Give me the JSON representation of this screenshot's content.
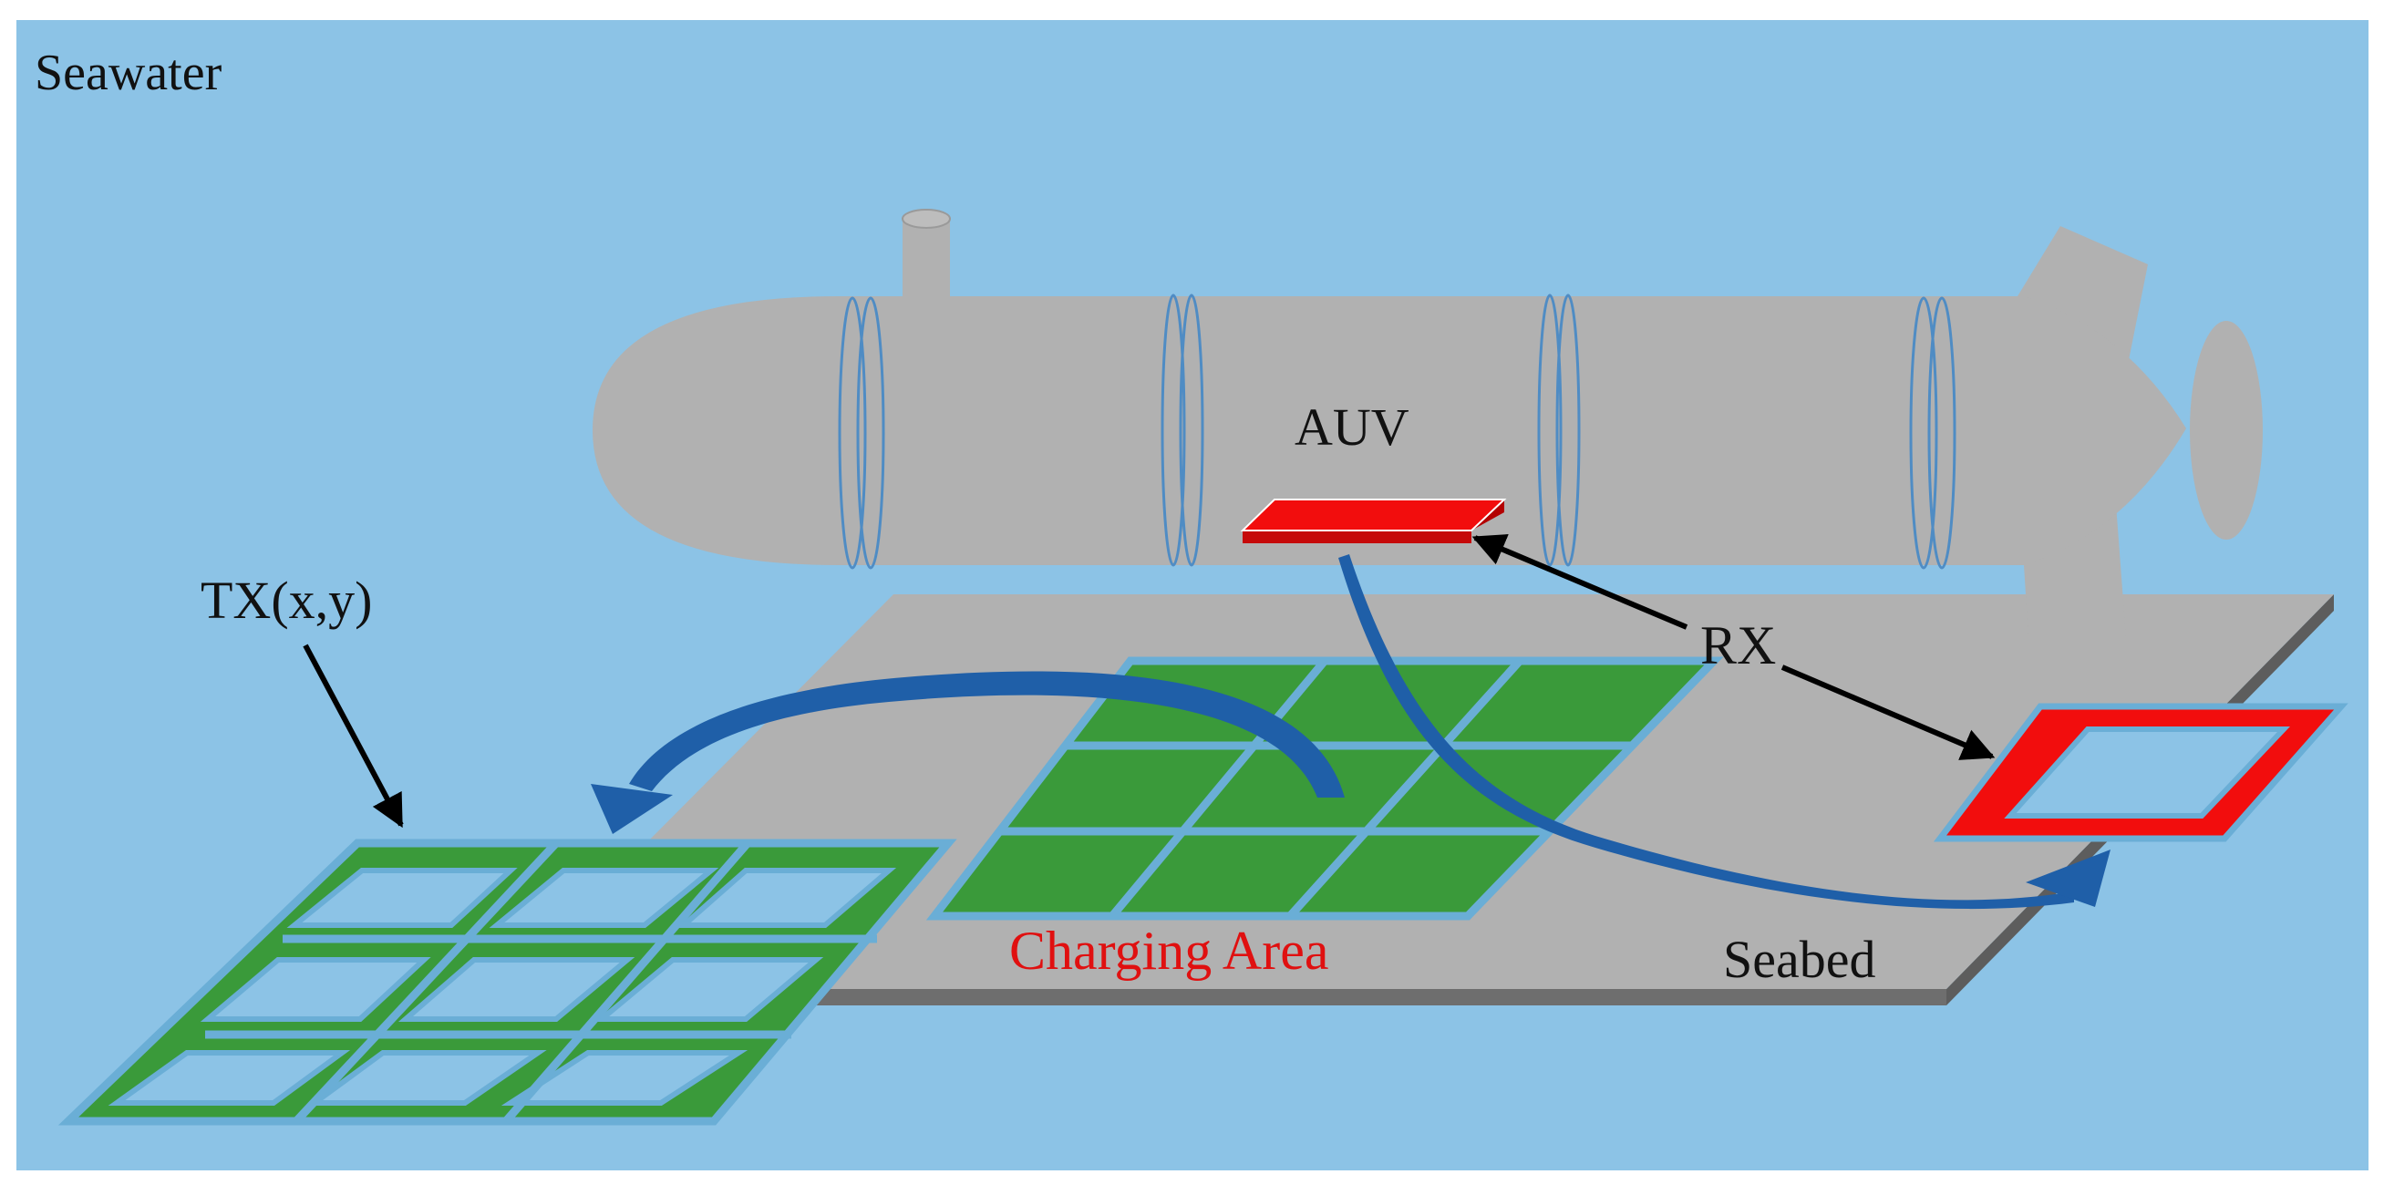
{
  "labels": {
    "seawater": "Seawater",
    "auv": "AUV",
    "tx": "TX(x,y)",
    "rx": "RX",
    "charging_area": "Charging Area",
    "seabed": "Seabed"
  },
  "colors": {
    "seawater": "#8cc3e6",
    "seabed": "#b1b1b1",
    "seabed_edge": "#5d5d5d",
    "auv_body": "#b1b1b1",
    "coil_green": "#3a9a3a",
    "coil_border": "#6aaed6",
    "receiver_red": "#f20d0d",
    "flow_arrow": "#1f5fa8",
    "pointer_arrow": "#000000",
    "charging_label": "#e01010"
  }
}
